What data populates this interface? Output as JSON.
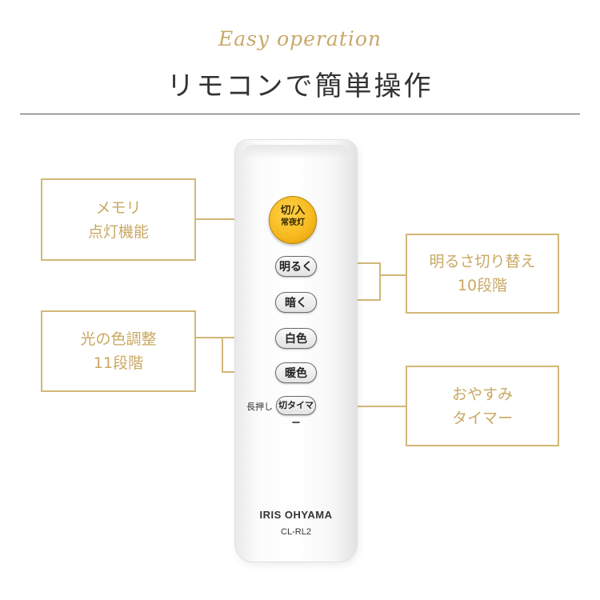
{
  "header": {
    "subtitle": "Easy operation",
    "title": "リモコンで簡単操作"
  },
  "remote": {
    "power_label_top": "切/入",
    "power_label_bottom": "常夜灯",
    "button_bright": "明るく",
    "button_dark": "暗く",
    "button_white": "白色",
    "button_warm": "暖色",
    "long_press_label": "長押し",
    "button_timer": "切タイマー",
    "brand": "IRIS OHYAMA",
    "model": "CL-RL2"
  },
  "callouts": {
    "memory": [
      "メモリ",
      "点灯機能"
    ],
    "brightness": [
      "明るさ切り替え",
      "10段階"
    ],
    "color": [
      "光の色調整",
      "11段階"
    ],
    "sleep": [
      "おやすみ",
      "タイマー"
    ]
  },
  "colors": {
    "accent": "#d1b877",
    "power_button": "#f6b81c"
  }
}
